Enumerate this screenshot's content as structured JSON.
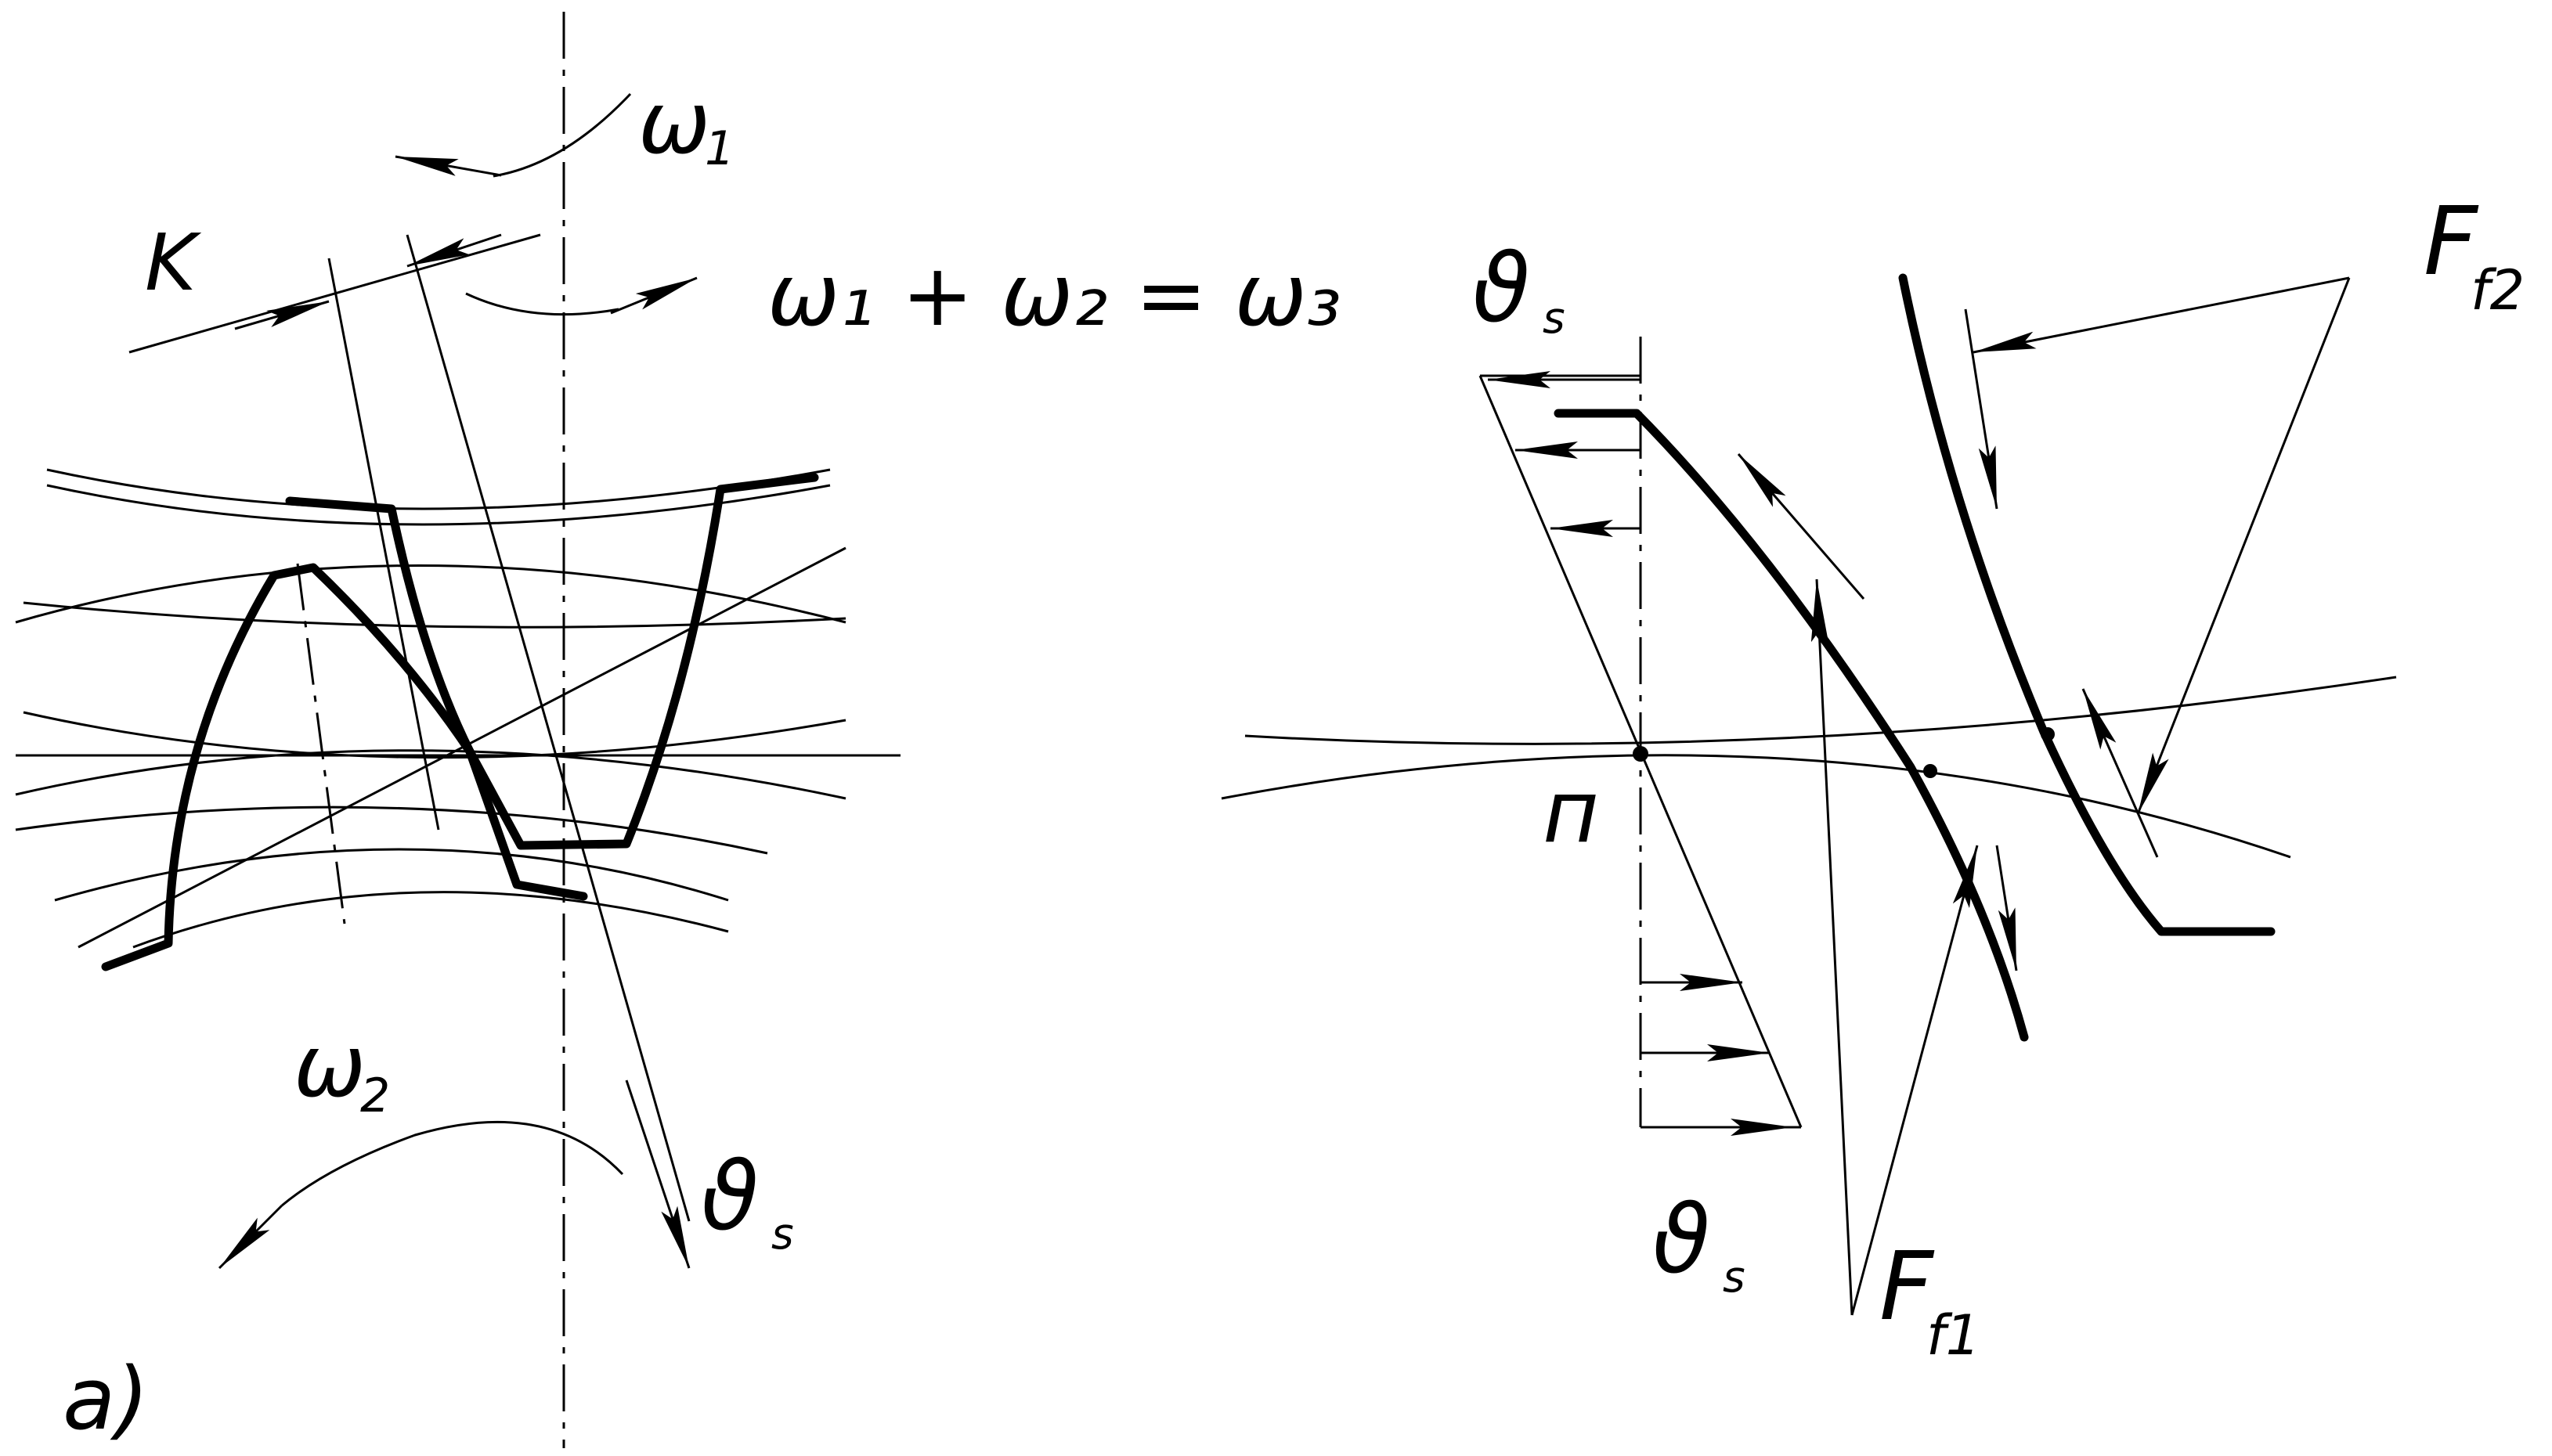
{
  "labels": {
    "omega1": "ω",
    "omega1_sub": "1",
    "equation": "ω₁ + ω₂ = ω₃",
    "K": "K",
    "omega2": "ω",
    "omega2_sub": "2",
    "theta_s_left": "ϑ",
    "theta_s_left_sub": "s",
    "part_a": "a)",
    "theta_s_top": "ϑ",
    "theta_s_top_sub": "s",
    "theta_s_bottom": "ϑ",
    "theta_s_bottom_sub": "s",
    "point_p": "п",
    "Ff2": "F",
    "Ff2_sub": "f2",
    "Ff1": "F",
    "Ff1_sub": "f1"
  }
}
